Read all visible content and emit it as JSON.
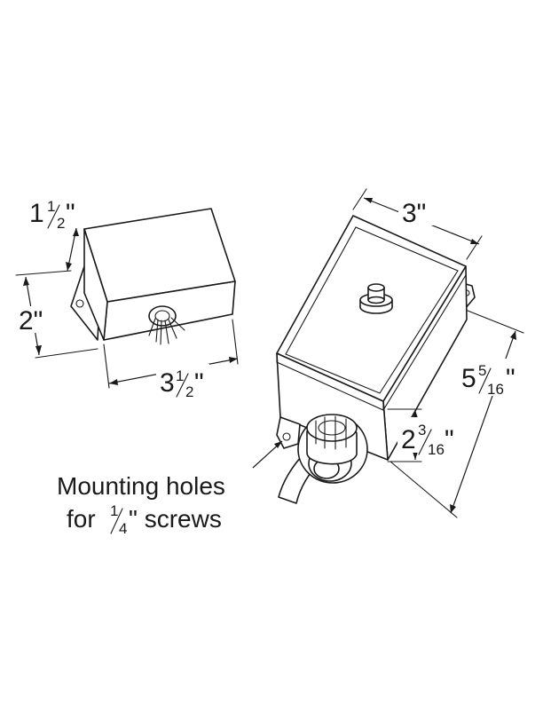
{
  "dimensions": {
    "small_depth": {
      "whole": "1",
      "num": "1",
      "den": "2",
      "unit": "\""
    },
    "small_height": {
      "text": "2\""
    },
    "small_length": {
      "whole": "3",
      "num": "1",
      "den": "2",
      "unit": "\""
    },
    "large_width": {
      "text": "3\""
    },
    "large_length": {
      "whole": "5",
      "num": "5",
      "den": "16",
      "unit": "\""
    },
    "large_height": {
      "whole": "2",
      "num": "3",
      "den": "16",
      "unit": "\""
    }
  },
  "callout": {
    "line1": "Mounting holes",
    "line2_prefix": "for ",
    "frac_num": "1",
    "frac_den": "4",
    "line2_suffix": "\" screws"
  }
}
